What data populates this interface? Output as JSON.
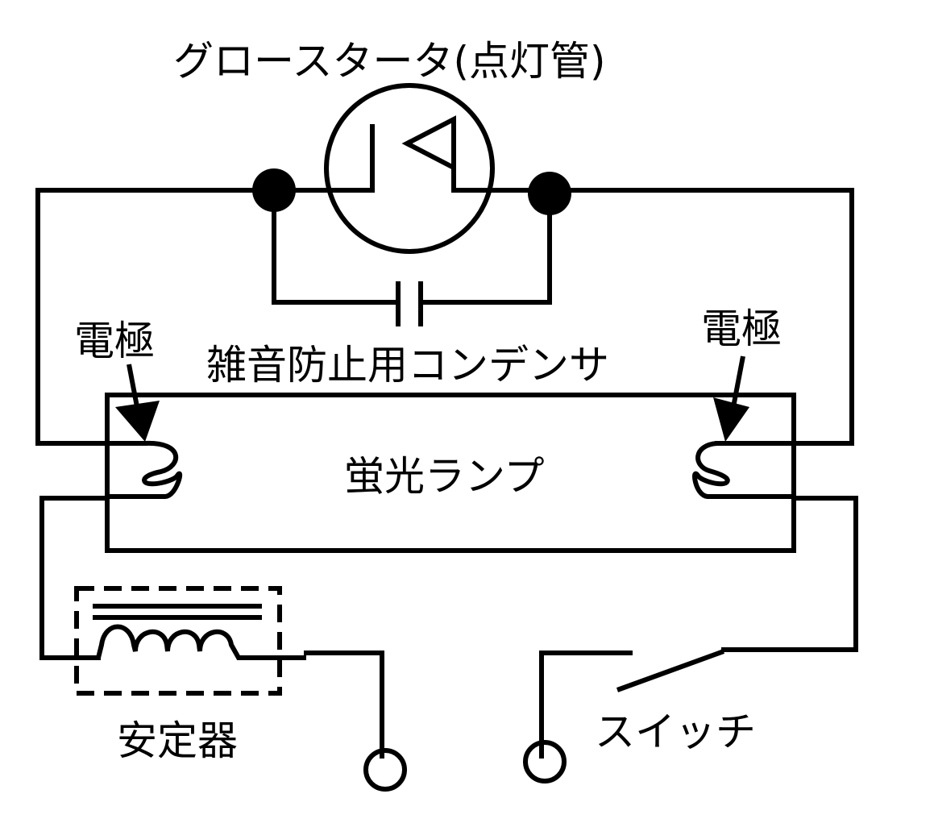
{
  "labels": {
    "glow_starter": "グロースタータ(点灯管)",
    "electrode_left": "電極",
    "electrode_right": "電極",
    "noise_capacitor": "雑音防止用コンデンサ",
    "fluorescent_lamp": "蛍光ランプ",
    "ballast": "安定器",
    "switch": "スイッチ"
  },
  "colors": {
    "line": "#000000",
    "background": "#ffffff"
  }
}
